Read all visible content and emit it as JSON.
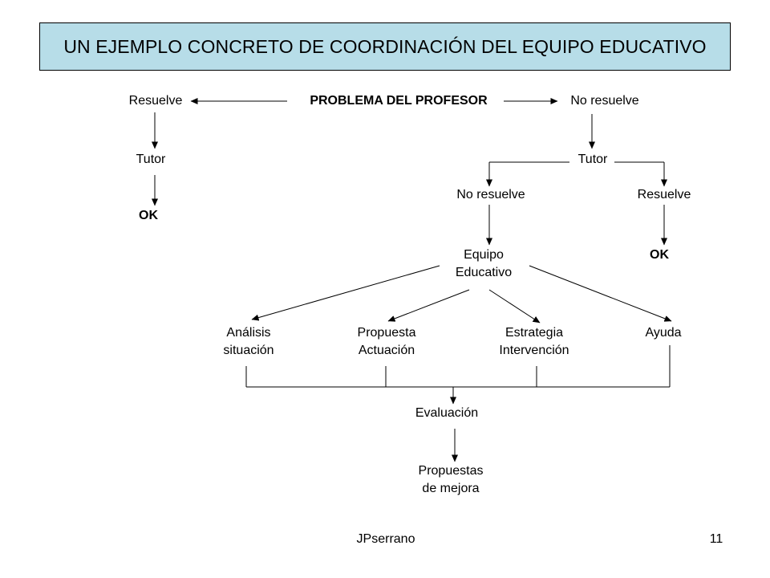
{
  "slide": {
    "title": "UN EJEMPLO CONCRETO DE COORDINACIÓN DEL EQUIPO EDUCATIVO",
    "title_bg": "#b7dde8",
    "footer_left": "JPserrano",
    "page_number": "11"
  },
  "nodes": {
    "problem": "PROBLEMA DEL PROFESOR",
    "resolves_left": "Resuelve",
    "not_resolves_right": "No resuelve",
    "tutor_left": "Tutor",
    "ok_left": "OK",
    "tutor_right": "Tutor",
    "tutor_not_resolves": "No resuelve",
    "tutor_resolves": "Resuelve",
    "ok_right": "OK",
    "team_line1": "Equipo",
    "team_line2": "Educativo",
    "analysis_line1": "Análisis",
    "analysis_line2": "situación",
    "proposal_line1": "Propuesta",
    "proposal_line2": "Actuación",
    "strategy_line1": "Estrategia",
    "strategy_line2": "Intervención",
    "help": "Ayuda",
    "evaluation": "Evaluación",
    "improvement_line1": "Propuestas",
    "improvement_line2": "de mejora"
  }
}
